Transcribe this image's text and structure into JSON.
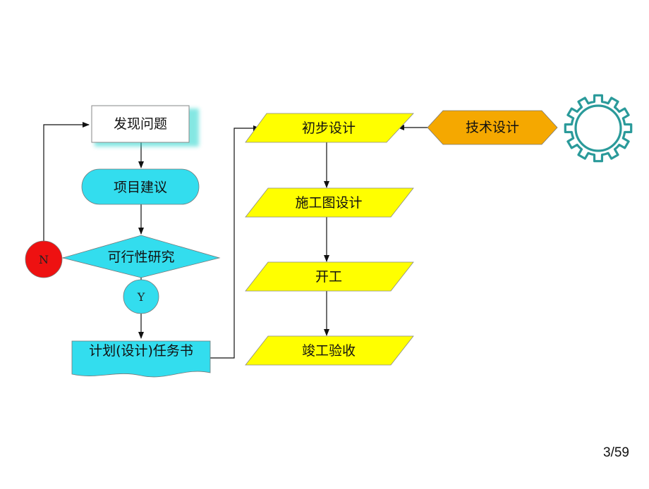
{
  "nodes": {
    "discover": "发现问题",
    "proposal": "项目建议",
    "feasibility": "可行性研究",
    "no": "N",
    "yes": "Y",
    "task_book": "计划(设计)任务书",
    "preliminary": "初步设计",
    "technical": "技术设计",
    "construction_drawing": "施工图设计",
    "start": "开工",
    "completion": "竣工验收"
  },
  "page": {
    "number": "3/59"
  },
  "colors": {
    "cyan": "#33ddee",
    "yellow": "#ffff00",
    "orange": "#f5a800",
    "red": "#ee1111",
    "gear": "#2a9a9a"
  },
  "icons": {
    "gear": "gear-icon"
  }
}
